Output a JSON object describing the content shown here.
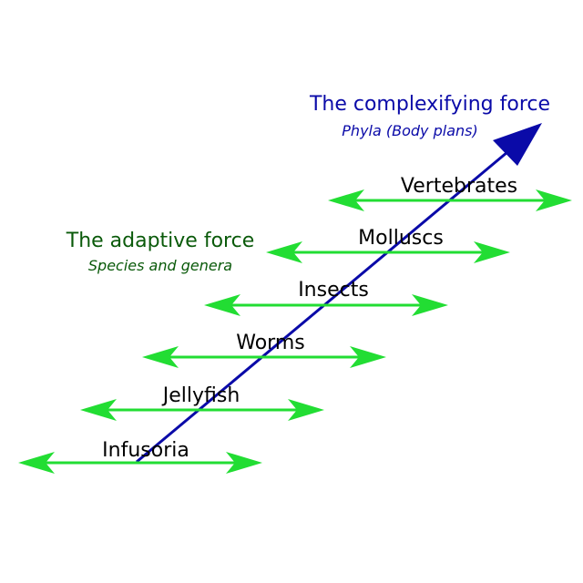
{
  "complexifying_force": {
    "title": "The complexifying force",
    "subtitle": "Phyla (Body plans)",
    "color": "#0a0aa8"
  },
  "adaptive_force": {
    "title": "The adaptive force",
    "subtitle": "Species and genera",
    "color": "#0a5a0a"
  },
  "arrow_color": "#22dd33",
  "levels": [
    {
      "label": "Infusoria"
    },
    {
      "label": "Jellyfish"
    },
    {
      "label": "Worms"
    },
    {
      "label": "Insects"
    },
    {
      "label": "Molluscs"
    },
    {
      "label": "Vertebrates"
    }
  ]
}
